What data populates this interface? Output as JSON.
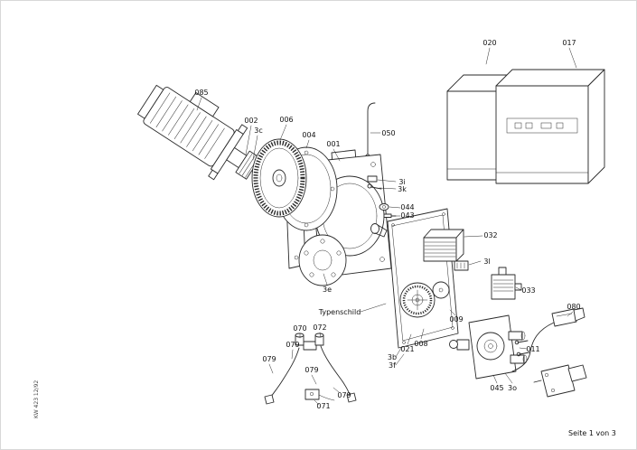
{
  "part_labels": {
    "020": "020",
    "017": "017",
    "085": "085",
    "002": "002",
    "3c": "3c",
    "006": "006",
    "004": "004",
    "001": "001",
    "050": "050",
    "3i": "3i",
    "3k": "3k",
    "044": "044",
    "043": "043",
    "3e": "3e",
    "032": "032",
    "3l": "3l",
    "033": "033",
    "080": "080",
    "009": "009",
    "021": "021",
    "008": "008",
    "3b": "3b",
    "3f": "3f",
    "011": "011",
    "045": "045",
    "3o": "3o",
    "070": "070",
    "072": "072",
    "079": "079",
    "071": "071"
  },
  "callouts": {
    "typenschild": "Typenschild"
  },
  "footer": {
    "page_indicator": "Seite 1 von 3"
  },
  "margin": {
    "doc_code": "KW 423 12/92"
  }
}
